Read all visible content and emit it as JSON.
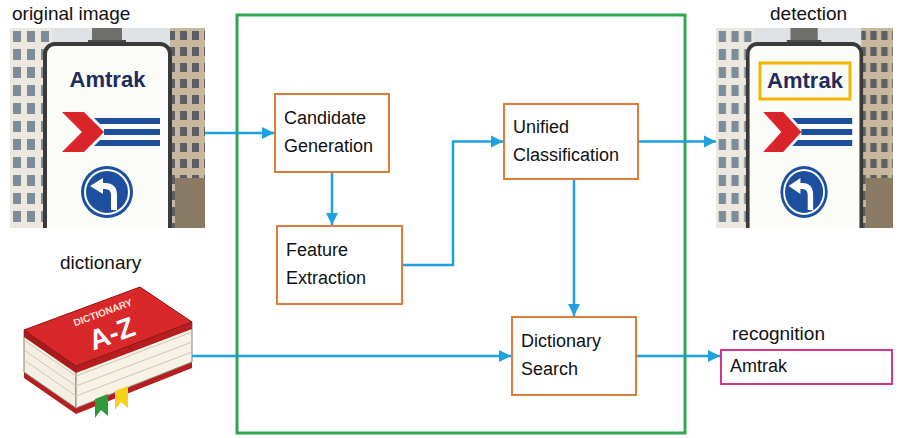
{
  "diagram": {
    "nodes": [
      {
        "text": [
          "original image"
        ]
      },
      {
        "text": [
          "Candidate Generation"
        ]
      },
      {
        "text": [
          "Unified Classification"
        ]
      },
      {
        "text": [
          "detection"
        ]
      },
      {
        "text": [
          "Feature Extraction"
        ]
      },
      {
        "text": [
          "dictionary"
        ]
      },
      {
        "text": [
          "Dictionary Search"
        ]
      },
      {
        "text": [
          "recognition",
          "Amtrak"
        ]
      }
    ],
    "edges": [
      {
        "from": 0,
        "to": 1,
        "arrow": "to"
      },
      {
        "from": 1,
        "to": 4,
        "arrow": "to"
      },
      {
        "from": 4,
        "to": 2,
        "arrow": "to"
      },
      {
        "from": 2,
        "to": 3,
        "arrow": "to"
      },
      {
        "from": 2,
        "to": 6,
        "arrow": "to"
      },
      {
        "from": 5,
        "to": 6,
        "arrow": "to"
      },
      {
        "from": 6,
        "to": 7,
        "arrow": "to"
      }
    ],
    "labels": [
      "Amtrak",
      "Amtrak",
      "DICTIONARY",
      "A-Z"
    ]
  }
}
